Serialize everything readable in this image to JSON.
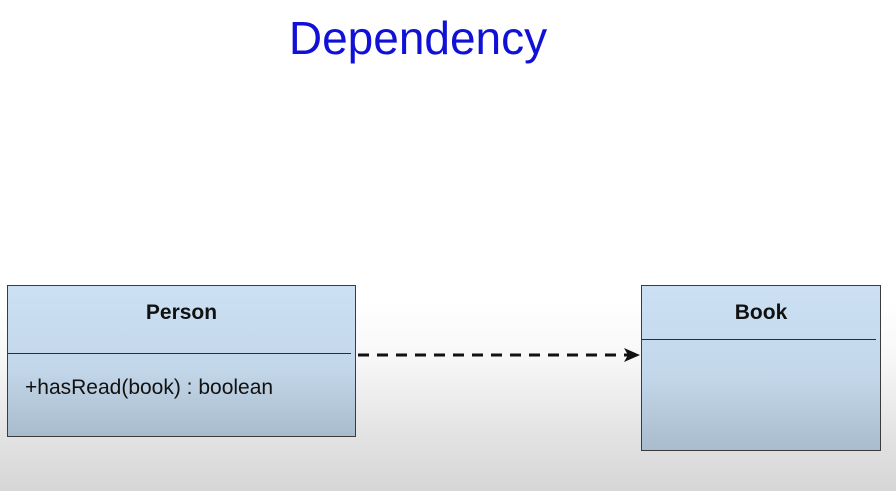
{
  "title": "Dependency",
  "colors": {
    "title": "#1010d6",
    "class_fill_top": "#cbe0f2",
    "class_fill_bottom": "#a9bccd",
    "border": "#3b3b3b",
    "arrow": "#111111"
  },
  "classes": [
    {
      "name": "Person",
      "members": [
        "+hasRead(book) : boolean"
      ]
    },
    {
      "name": "Book",
      "members": []
    }
  ],
  "relationship": {
    "type": "dependency",
    "from": "Person",
    "to": "Book",
    "line_style": "dashed",
    "arrowhead": "open-arrow-icon"
  }
}
